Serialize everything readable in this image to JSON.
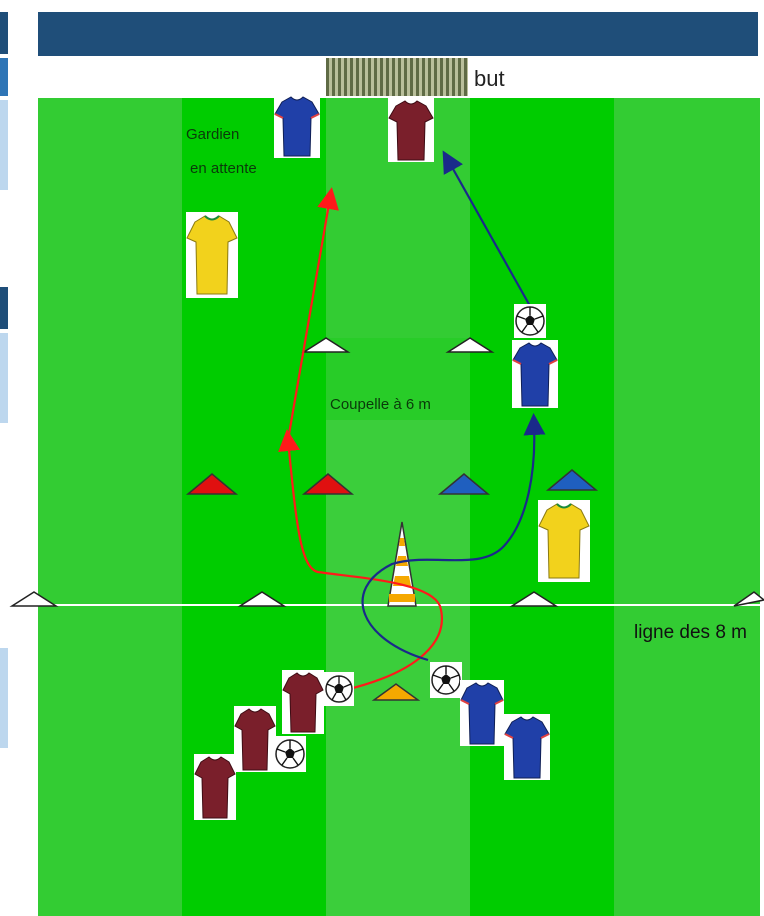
{
  "labels": {
    "goal": "but",
    "keeper_line1": "Gardien",
    "keeper_line2": "en attente",
    "cone_note": "Coupelle à 6 m",
    "line_8m": "ligne des 8 m"
  },
  "colors": {
    "header_bar": "#1f4e79",
    "side_tab": "#2e75b6",
    "side_tab_light": "#bdd7ee",
    "field_dark": "#00cc00",
    "field_light": "#33cc33",
    "cone_red": "#e01010",
    "cone_blue": "#1f5fbf",
    "cone_orange": "#f5a800",
    "path_red": "#ff1a1a",
    "path_blue": "#1a2a8a",
    "jersey_red": "#7a1f2b",
    "jersey_blue": "#2040a8",
    "jersey_yellow": "#f2d21c"
  },
  "icons": {
    "jersey": "soccer-jersey-icon",
    "ball": "soccer-ball-icon",
    "cone": "cone-icon"
  }
}
